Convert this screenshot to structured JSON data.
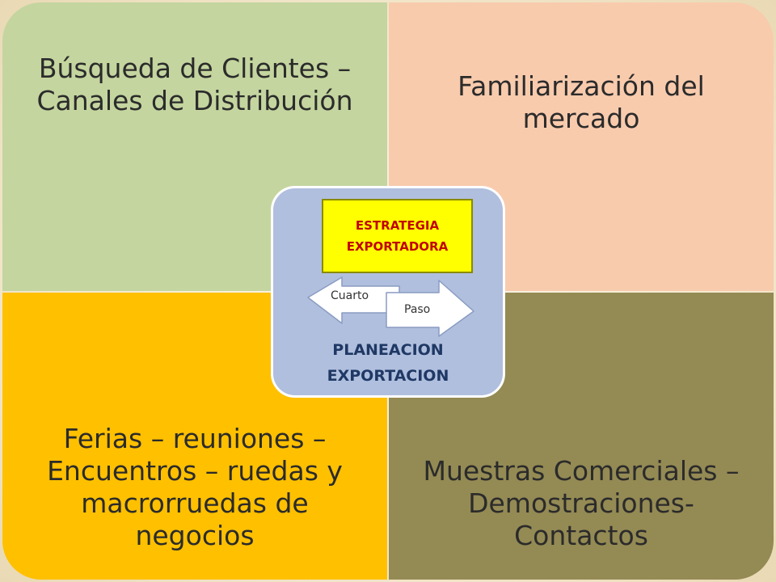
{
  "quadrants": {
    "top_left": "Búsqueda de Clientes – Canales de Distribución",
    "top_right": "Familiarización del mercado",
    "bottom_left": "Ferias – reuniones – Encuentros – ruedas y macrorruedas de negocios",
    "bottom_right": "Muestras Comerciales – Demostraciones- Contactos"
  },
  "center": {
    "strategy_line1": "ESTRATEGIA",
    "strategy_line2": "EXPORTADORA",
    "arrow_left_label": "Cuarto",
    "arrow_right_label": "Paso",
    "title_line1": "PLANEACION",
    "title_line2": "EXPORTACION"
  },
  "colors": {
    "top_left": "#c4d59f",
    "top_right": "#f8cbad",
    "bottom_left": "#ffc000",
    "bottom_right": "#948a54",
    "center_box": "#b0bfde",
    "strategy_box": "#ffff00",
    "strategy_text": "#c00000",
    "center_title": "#1f3864"
  }
}
